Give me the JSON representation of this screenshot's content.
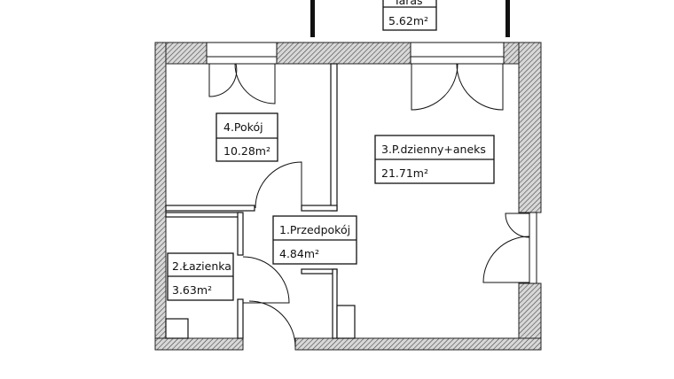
{
  "rooms": [
    {
      "name": "4.Pokój",
      "area": "10.28m²"
    },
    {
      "name": "3.P.dzienny+aneks",
      "area": "21.71m²"
    },
    {
      "name": "1.Przedpokój",
      "area": "4.84m²"
    },
    {
      "name": "2.Łazienka",
      "area": "3.63m²"
    }
  ],
  "terrace": {
    "name": "Taras",
    "area": "5.62m²"
  },
  "colors": {
    "walls": "#222222",
    "background": "#ffffff"
  }
}
